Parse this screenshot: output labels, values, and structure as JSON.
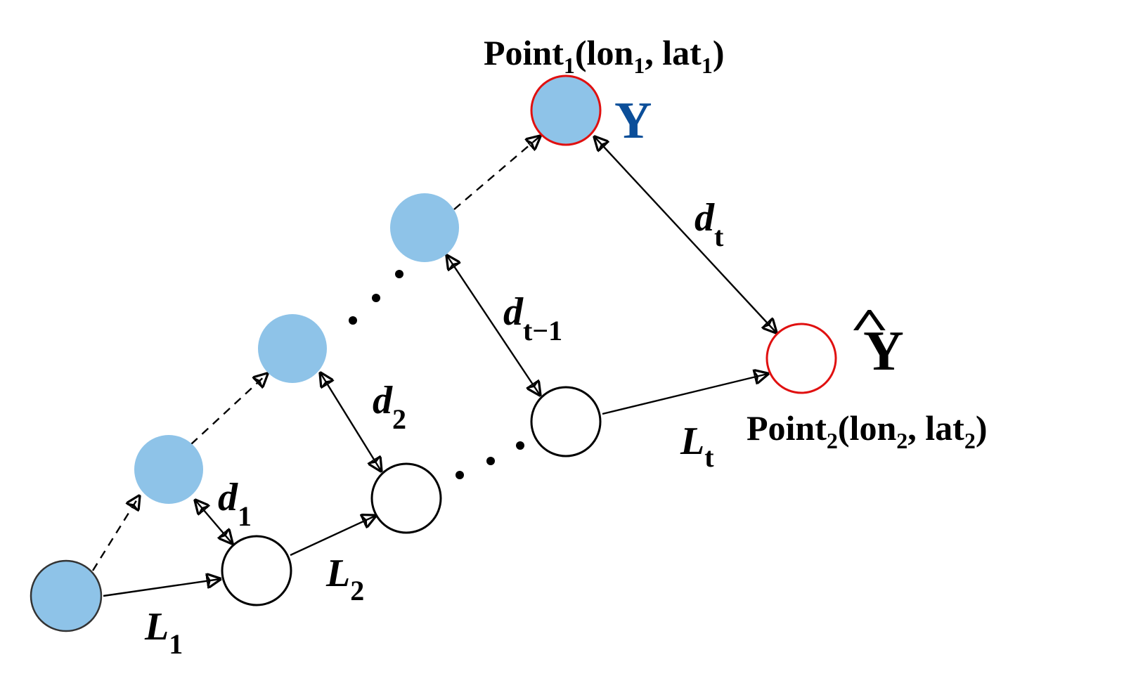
{
  "labels": {
    "point1": {
      "base": "Point",
      "s1": "1",
      "mid": "(lon",
      "s2": "1",
      "mid2": ", lat",
      "s3": "1",
      "end": ")"
    },
    "point2": {
      "base": "Point",
      "s1": "2",
      "mid": "(lon",
      "s2": "2",
      "mid2": ", lat",
      "s3": "2",
      "end": ")"
    },
    "y": "Y",
    "yhat_letter": "Y",
    "yhat_mark": "^",
    "d1": {
      "base": "d",
      "sub": "1"
    },
    "d2": {
      "base": "d",
      "sub": "2"
    },
    "dt1": {
      "base": "d",
      "sub": "t−1"
    },
    "dt": {
      "base": "d",
      "sub": "t"
    },
    "L1": {
      "base": "L",
      "sub": "1"
    },
    "L2": {
      "base": "L",
      "sub": "2"
    },
    "Lt": {
      "base": "L",
      "sub": "t"
    }
  },
  "colors": {
    "blue_fill": "#8ec3e8",
    "red_outline": "#e01010",
    "y_color": "#0b4e99",
    "ink": "#000000"
  }
}
